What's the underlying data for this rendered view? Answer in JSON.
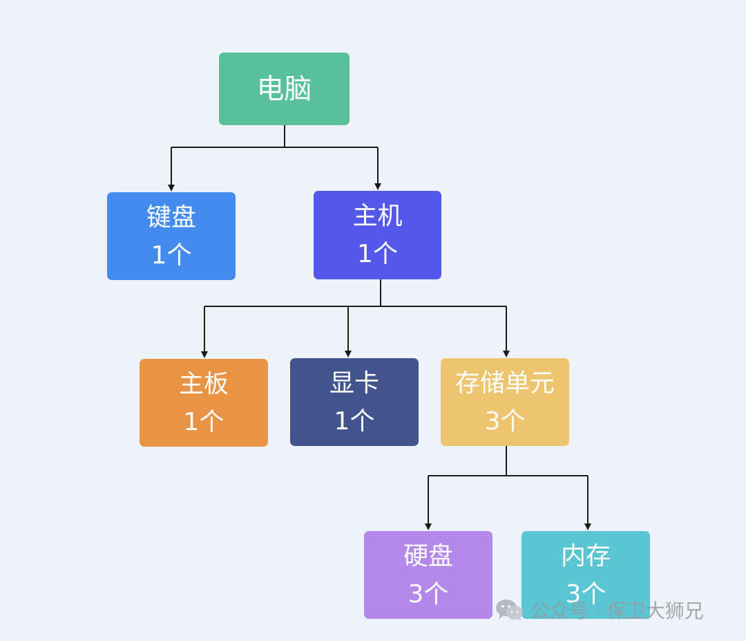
{
  "colors": {
    "background": "#edf3f9",
    "connector": "#1a1a1a"
  },
  "nodes": {
    "computer": {
      "name": "电脑",
      "color": "#58c19b"
    },
    "keyboard": {
      "name": "键盘",
      "count": "1个",
      "color": "#448bf0"
    },
    "host": {
      "name": "主机",
      "count": "1个",
      "color": "#5458ea"
    },
    "motherboard": {
      "name": "主板",
      "count": "1个",
      "color": "#e99345"
    },
    "gpu": {
      "name": "显卡",
      "count": "1个",
      "color": "#42548e"
    },
    "storage": {
      "name": "存储单元",
      "count": "3个",
      "color": "#eec56f"
    },
    "hdd": {
      "name": "硬盘",
      "count": "3个",
      "color": "#b487eb"
    },
    "memory": {
      "name": "内存",
      "count": "3个",
      "color": "#5ac6d4"
    }
  },
  "watermark": {
    "icon": "wechat-icon",
    "text": "公众号 · 保卫大狮兄"
  }
}
